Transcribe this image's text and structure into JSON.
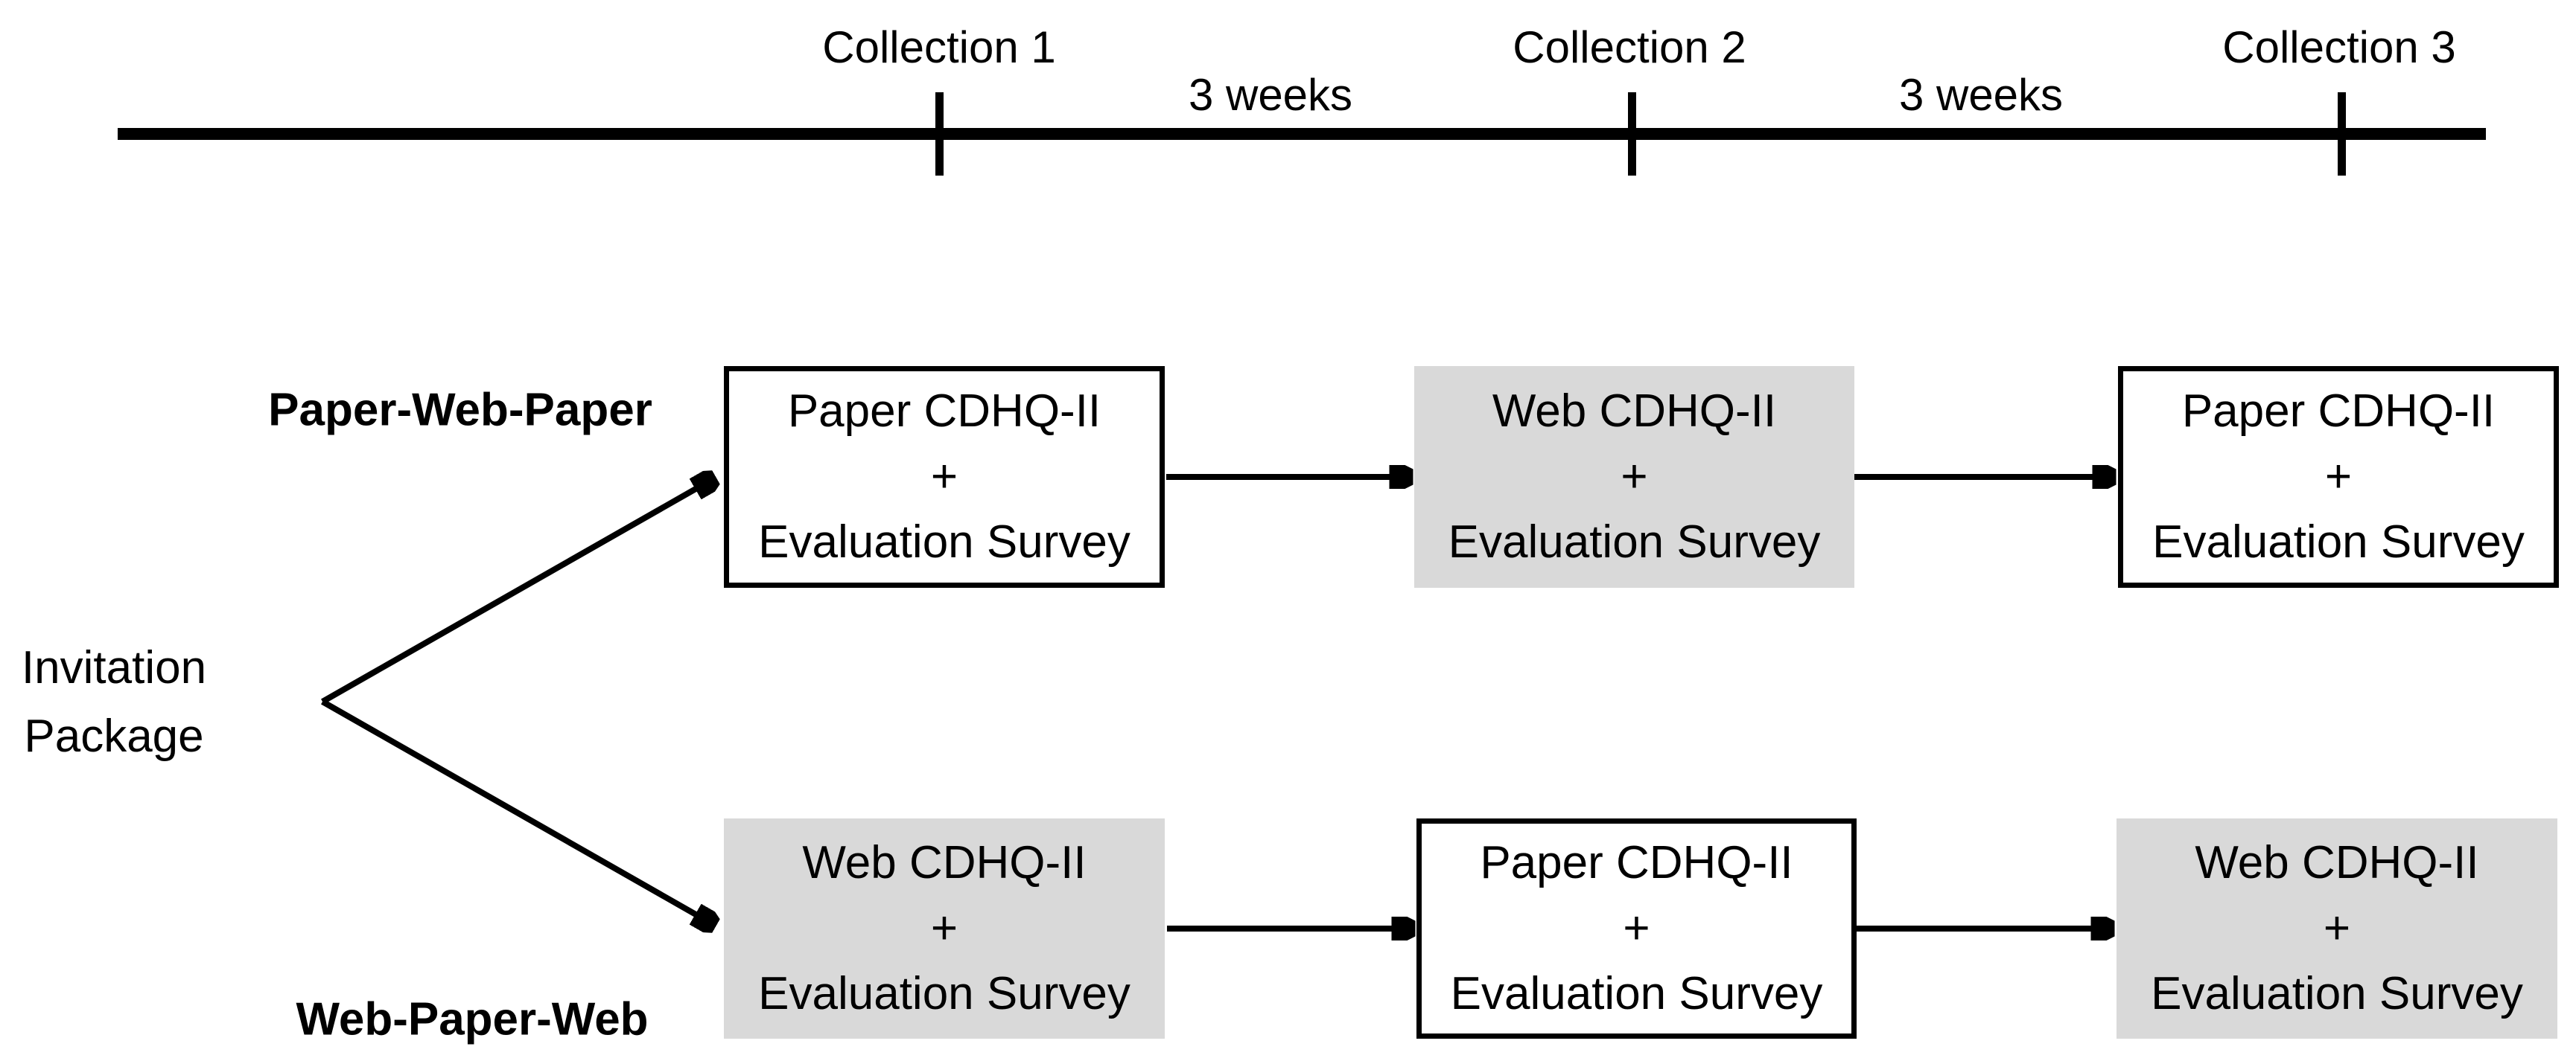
{
  "timeline": {
    "collections": [
      "Collection 1",
      "Collection 2",
      "Collection 3"
    ],
    "intervals": [
      "3 weeks",
      "3 weeks"
    ]
  },
  "flow": {
    "start": {
      "line1": "Invitation",
      "line2": "Package"
    },
    "arms": [
      {
        "label": "Paper-Web-Paper",
        "boxes": [
          {
            "mode": "paper",
            "lines": [
              "Paper CDHQ-II",
              "+",
              "Evaluation Survey"
            ]
          },
          {
            "mode": "web",
            "lines": [
              "Web CDHQ-II",
              "+",
              "Evaluation Survey"
            ]
          },
          {
            "mode": "paper",
            "lines": [
              "Paper CDHQ-II",
              "+",
              "Evaluation Survey"
            ]
          }
        ]
      },
      {
        "label": "Web-Paper-Web",
        "boxes": [
          {
            "mode": "web",
            "lines": [
              "Web CDHQ-II",
              "+",
              "Evaluation Survey"
            ]
          },
          {
            "mode": "paper",
            "lines": [
              "Paper CDHQ-II",
              "+",
              "Evaluation Survey"
            ]
          },
          {
            "mode": "web",
            "lines": [
              "Web CDHQ-II",
              "+",
              "Evaluation Survey"
            ]
          }
        ]
      }
    ]
  },
  "colors": {
    "ink": "#000000",
    "background": "#ffffff",
    "web_box_fill": "#d9d9d9",
    "paper_box_fill": "#ffffff"
  }
}
